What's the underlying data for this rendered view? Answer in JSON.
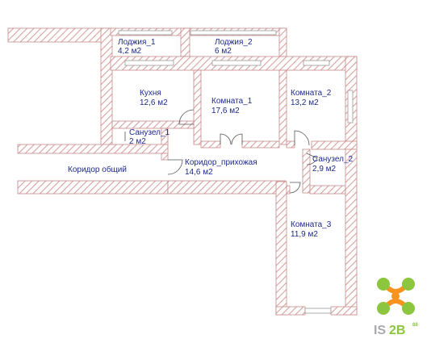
{
  "rooms": [
    {
      "id": "loggia-1",
      "name": "Лоджия_1",
      "area": "4,2 м2"
    },
    {
      "id": "loggia-2",
      "name": "Лоджия_2",
      "area": "6 м2"
    },
    {
      "id": "kitchen",
      "name": "Кухня",
      "area": "12,6 м2"
    },
    {
      "id": "room-1",
      "name": "Комната_1",
      "area": "17,6 м2"
    },
    {
      "id": "room-2",
      "name": "Комната_2",
      "area": "13,2 м2"
    },
    {
      "id": "bathroom-1",
      "name": "Санузел_1",
      "area": "2 м2"
    },
    {
      "id": "hallway",
      "name": "Коридор_прихожая",
      "area": "14,6 м2"
    },
    {
      "id": "bathroom-2",
      "name": "Санузел_2",
      "area": "2,9 м2"
    },
    {
      "id": "room-3",
      "name": "Комната_3",
      "area": "11,9 м2"
    }
  ],
  "common_corridor": "Коридор общий",
  "logo": {
    "text_is": "IS",
    "text_2b": "2B",
    "text_sup": "88"
  },
  "colors": {
    "wall_hatch": "#d9a1a1",
    "wall_outline": "#c98a8a",
    "label": "#1d2a8c",
    "logo_orange": "#f7931e",
    "logo_green": "#8cc63f",
    "logo_gray": "#a7a9ac"
  }
}
